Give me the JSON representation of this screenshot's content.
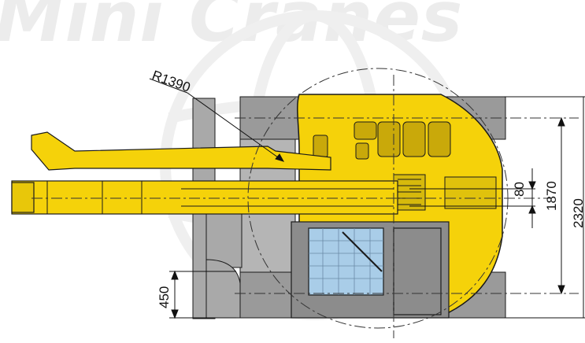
{
  "watermark": "Mini Cranes",
  "dimensions": {
    "radius": "R1390",
    "d80": "80",
    "d1870": "1870",
    "d2320": "2320",
    "d450": "450"
  },
  "colors": {
    "body_yellow": "#f5d20a",
    "track_gray": "#9a9a9a",
    "glass_blue": "#a9cde8",
    "outline": "#1a1a1a"
  }
}
